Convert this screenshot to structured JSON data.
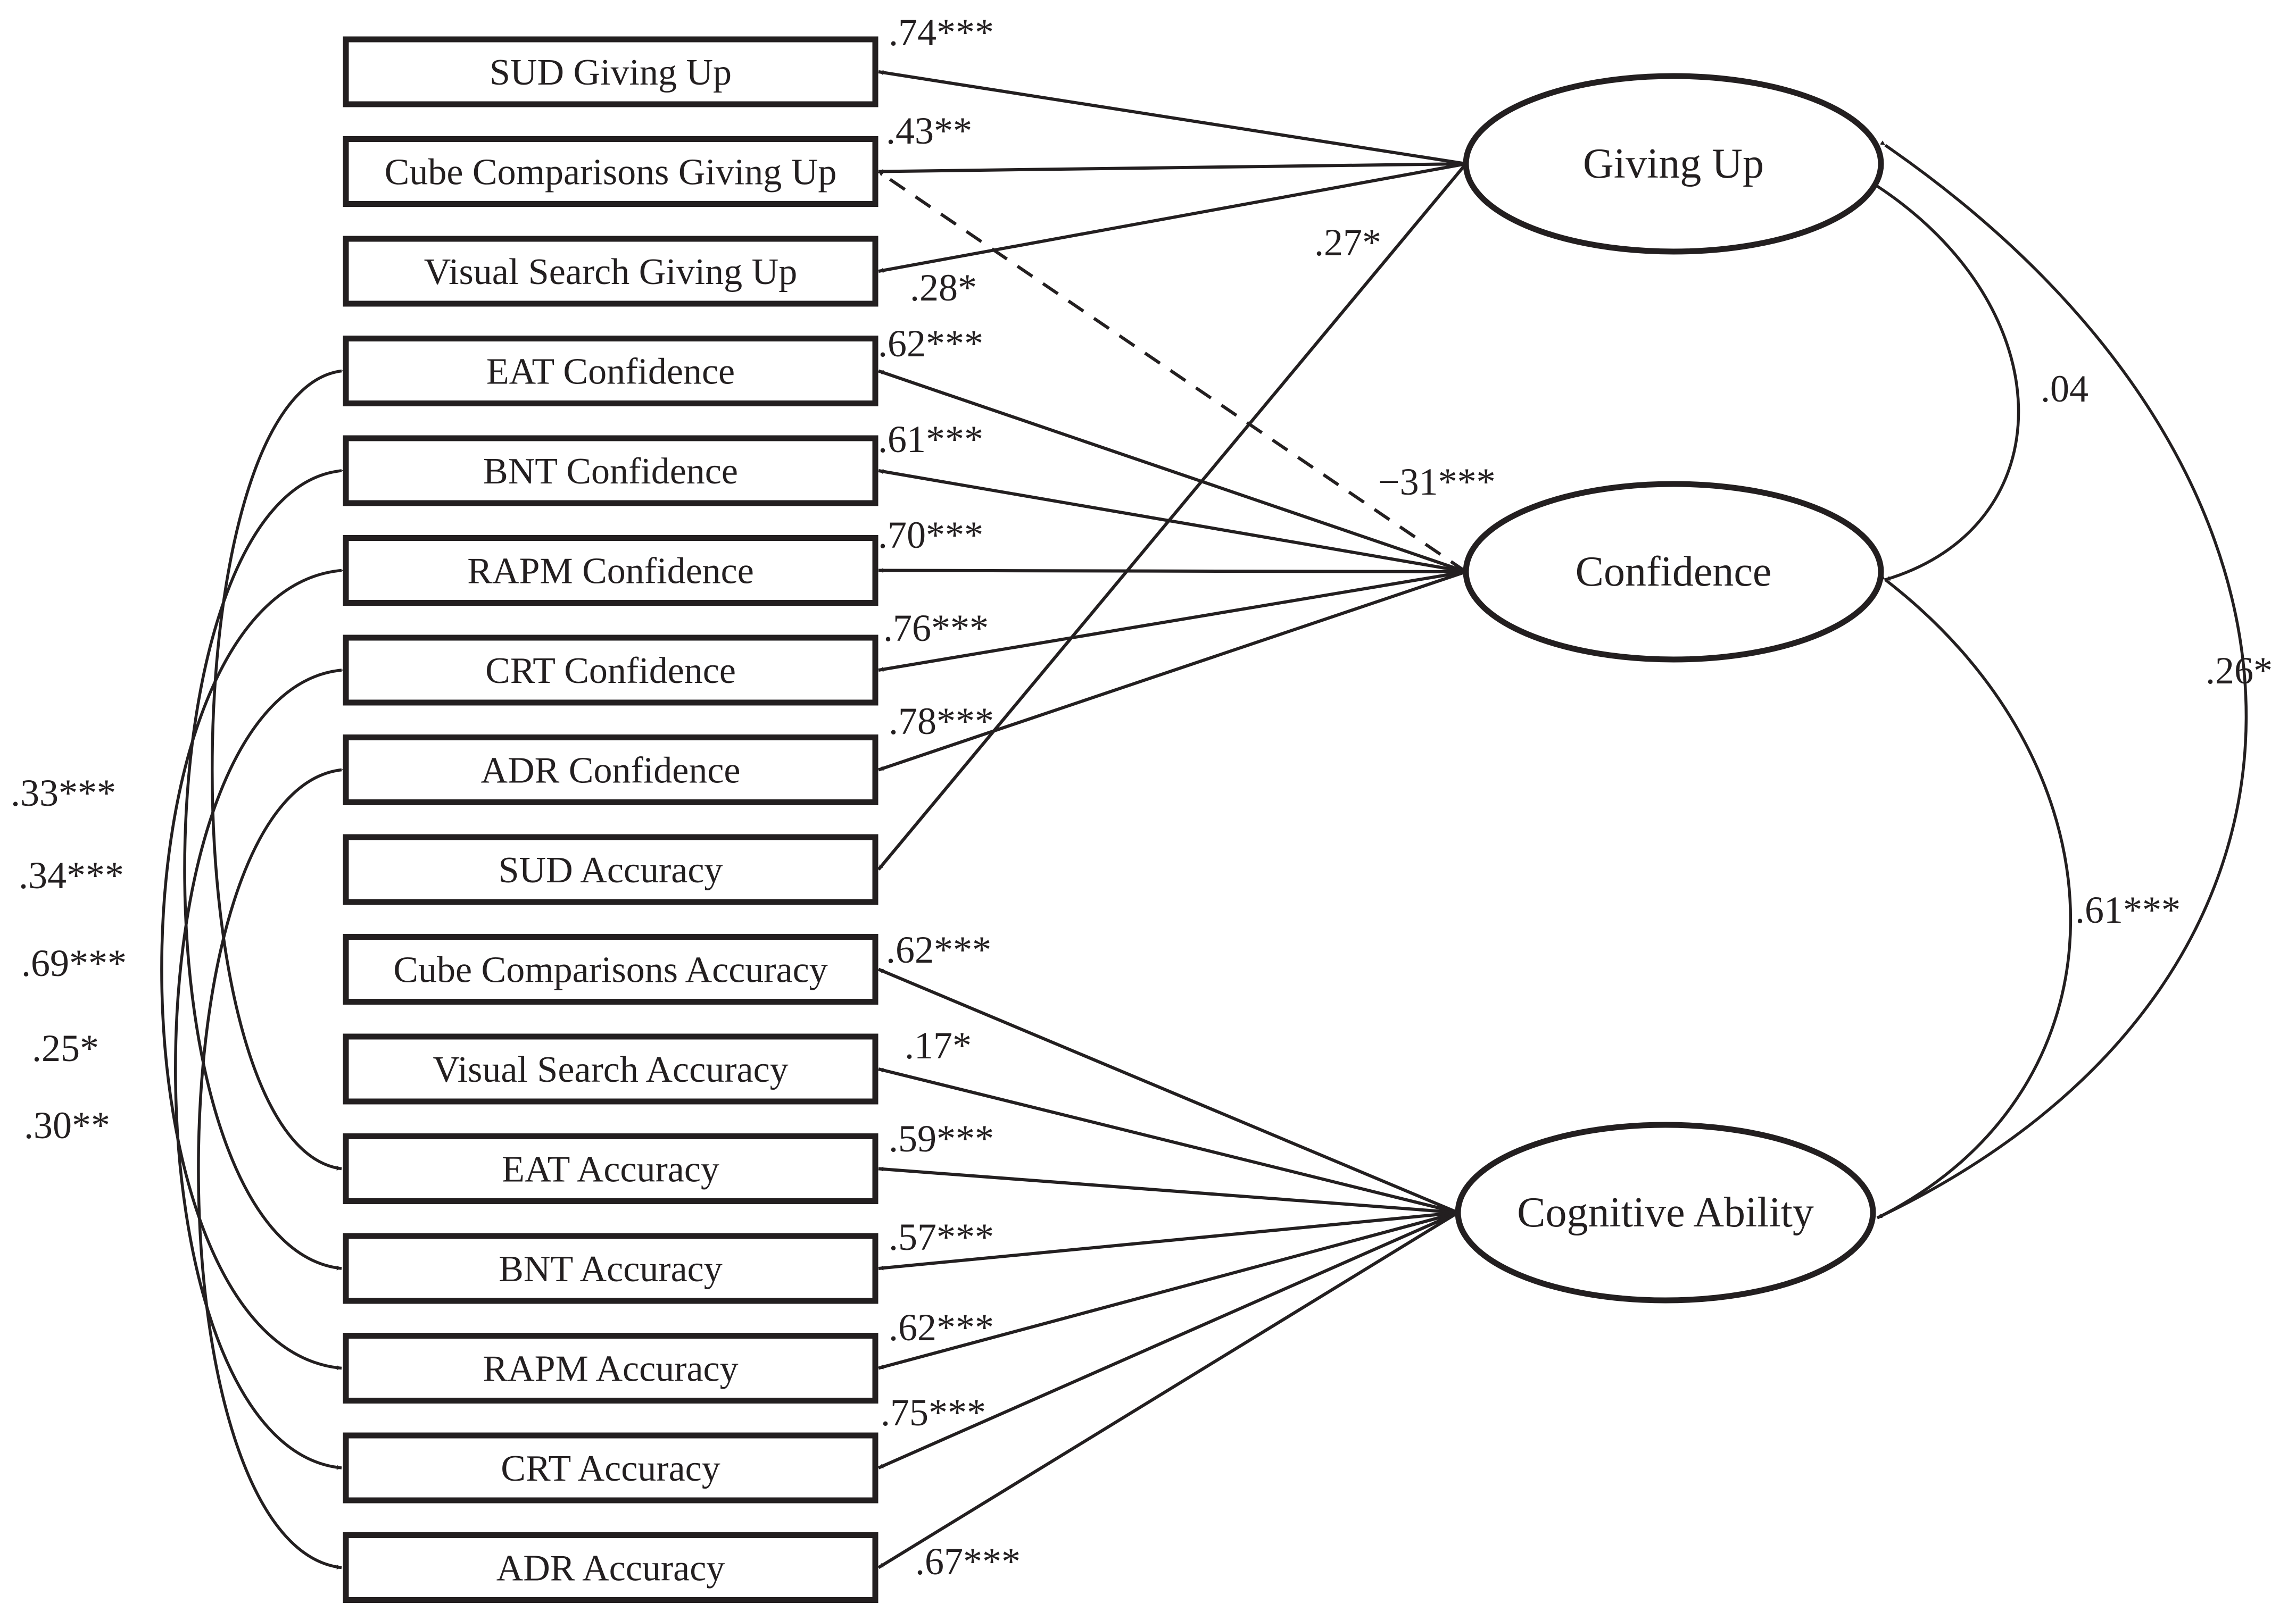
{
  "observed": [
    "SUD Giving Up",
    "Cube Comparisons Giving Up",
    "Visual Search Giving Up",
    "EAT Confidence",
    "BNT Confidence",
    "RAPM Confidence",
    "CRT Confidence",
    "ADR Confidence",
    "SUD Accuracy",
    "Cube Comparisons Accuracy",
    "Visual Search Accuracy",
    "EAT Accuracy",
    "BNT Accuracy",
    "RAPM Accuracy",
    "CRT Accuracy",
    "ADR Accuracy"
  ],
  "latents": {
    "giving_up": "Giving Up",
    "confidence": "Confidence",
    "cognitive_ability": "Cognitive Ability"
  },
  "loadings": [
    {
      "from": "giving_up",
      "to": 0,
      "label": ".74***"
    },
    {
      "from": "giving_up",
      "to": 1,
      "label": ".43**"
    },
    {
      "from": "giving_up",
      "to": 2,
      "label": ".28*"
    },
    {
      "from": "giving_up",
      "to": 8,
      "label": ".27*"
    },
    {
      "from": "confidence",
      "to": 1,
      "label": "−31***",
      "dashed": true
    },
    {
      "from": "confidence",
      "to": 3,
      "label": ".62***"
    },
    {
      "from": "confidence",
      "to": 4,
      "label": ".61***"
    },
    {
      "from": "confidence",
      "to": 5,
      "label": ".70***"
    },
    {
      "from": "confidence",
      "to": 6,
      "label": ".76***"
    },
    {
      "from": "confidence",
      "to": 7,
      "label": ".78***"
    },
    {
      "from": "cognitive_ability",
      "to": 9,
      "label": ".62***"
    },
    {
      "from": "cognitive_ability",
      "to": 10,
      "label": ".17*"
    },
    {
      "from": "cognitive_ability",
      "to": 11,
      "label": ".59***"
    },
    {
      "from": "cognitive_ability",
      "to": 12,
      "label": ".57***"
    },
    {
      "from": "cognitive_ability",
      "to": 13,
      "label": ".62***"
    },
    {
      "from": "cognitive_ability",
      "to": 14,
      "label": ".75***"
    },
    {
      "from": "cognitive_ability",
      "to": 15,
      "label": ".67***"
    }
  ],
  "latent_covariances": [
    {
      "between": [
        "giving_up",
        "confidence"
      ],
      "label": ".04"
    },
    {
      "between": [
        "confidence",
        "cognitive_ability"
      ],
      "label": ".61***"
    },
    {
      "between": [
        "giving_up",
        "cognitive_ability"
      ],
      "label": ".26*"
    }
  ],
  "residual_covariances": [
    {
      "between": [
        3,
        11
      ],
      "label": ".33***"
    },
    {
      "between": [
        4,
        12
      ],
      "label": ".34***"
    },
    {
      "between": [
        5,
        13
      ],
      "label": ".69***"
    },
    {
      "between": [
        6,
        14
      ],
      "label": ".25*"
    },
    {
      "between": [
        7,
        15
      ],
      "label": ".30**"
    }
  ],
  "colors": {
    "ink": "#231f20",
    "background": "#ffffff"
  }
}
